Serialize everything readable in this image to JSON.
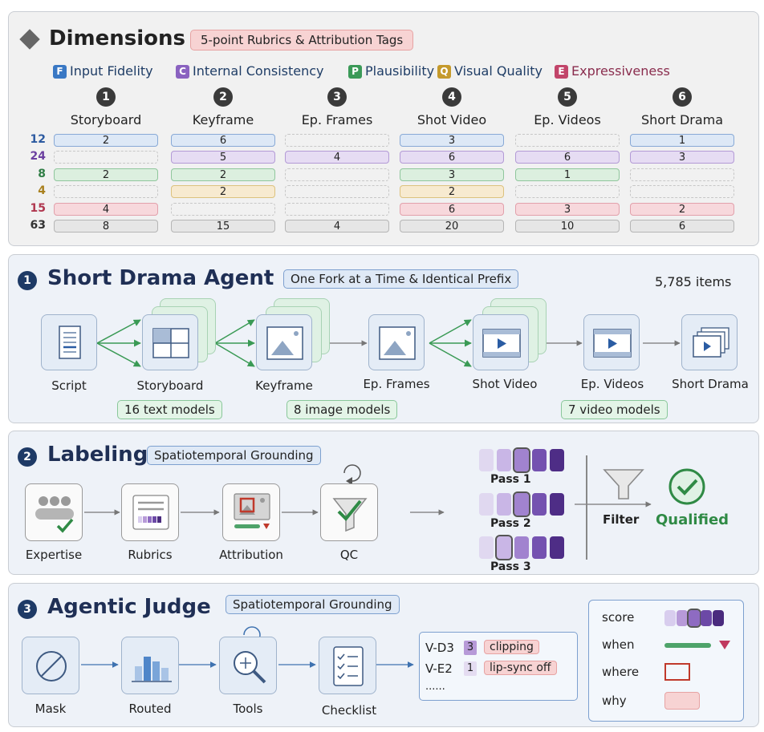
{
  "dimensions": {
    "title": "Dimensions",
    "badge": "5-point Rubrics & Attribution Tags",
    "tags": [
      {
        "letter": "F",
        "label": "Input Fidelity",
        "color": "#3a78c4"
      },
      {
        "letter": "C",
        "label": "Internal Consistency",
        "color": "#8a62c0"
      },
      {
        "letter": "P",
        "label": "Plausibility",
        "color": "#3b9a58"
      },
      {
        "letter": "Q",
        "label": "Visual Quality",
        "color": "#c59a2c"
      },
      {
        "letter": "E",
        "label": "Expressiveness",
        "color": "#c2456a"
      }
    ],
    "stages": [
      {
        "num": "1",
        "label": "Storyboard"
      },
      {
        "num": "2",
        "label": "Keyframe"
      },
      {
        "num": "3",
        "label": "Ep. Frames"
      },
      {
        "num": "4",
        "label": "Shot Video"
      },
      {
        "num": "5",
        "label": "Ep. Videos"
      },
      {
        "num": "6",
        "label": "Short Drama"
      }
    ],
    "rows": [
      {
        "total": "12",
        "color": "#2c5aa0",
        "fill": "#dde8f6",
        "border": "#88a9d6",
        "cells": [
          "2",
          "6",
          "",
          "3",
          "",
          "1"
        ]
      },
      {
        "total": "24",
        "color": "#6b3fa0",
        "fill": "#e6dcf3",
        "border": "#b39ad6",
        "cells": [
          "",
          "5",
          "4",
          "6",
          "6",
          "3"
        ]
      },
      {
        "total": "8",
        "color": "#2f7d45",
        "fill": "#dcefdf",
        "border": "#8fc69c",
        "cells": [
          "2",
          "2",
          "",
          "3",
          "1",
          ""
        ]
      },
      {
        "total": "4",
        "color": "#a9801e",
        "fill": "#f7ead0",
        "border": "#dcc27e",
        "cells": [
          "",
          "2",
          "",
          "2",
          "",
          ""
        ]
      },
      {
        "total": "15",
        "color": "#b0374f",
        "fill": "#f7d8dc",
        "border": "#e2a0ab",
        "cells": [
          "4",
          "",
          "",
          "6",
          "3",
          "2"
        ]
      },
      {
        "total": "63",
        "color": "#333333",
        "fill": "#e6e6e6",
        "border": "#b5b5b5",
        "cells": [
          "8",
          "15",
          "4",
          "20",
          "10",
          "6"
        ]
      }
    ]
  },
  "agent": {
    "num": "1",
    "title": "Short Drama Agent",
    "badge": "One Fork at a Time & Identical Prefix",
    "count": "5,785 items",
    "nodes": [
      "Script",
      "Storyboard",
      "Keyframe",
      "Ep. Frames",
      "Shot Video",
      "Ep. Videos",
      "Short Drama"
    ],
    "models": [
      "16 text models",
      "8 image models",
      "7 video models"
    ]
  },
  "labeling": {
    "num": "2",
    "title": "Labeling",
    "badge": "Spatiotemporal Grounding",
    "nodes": [
      "Expertise",
      "Rubrics",
      "Attribution",
      "QC"
    ],
    "passes": [
      "Pass 1",
      "Pass 2",
      "Pass 3"
    ],
    "filter": "Filter",
    "qualified": "Qualified"
  },
  "judge": {
    "num": "3",
    "title": "Agentic Judge",
    "badge": "Spatiotemporal Grounding",
    "nodes": [
      "Mask",
      "Routed",
      "Tools",
      "Checklist"
    ],
    "outputs": [
      {
        "code": "V-D3",
        "score": "3",
        "tag": "clipping",
        "score_color": "#b79ad8"
      },
      {
        "code": "V-E2",
        "score": "1",
        "tag": "lip-sync off",
        "score_color": "#e4dcf1"
      }
    ],
    "ellipsis": "......",
    "legend": {
      "score": "score",
      "when": "when",
      "where": "where",
      "why": "why"
    }
  }
}
